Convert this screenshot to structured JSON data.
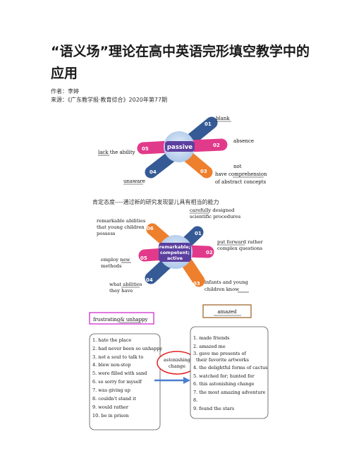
{
  "article": {
    "title": "“语义场”理论在高中英语完形填空教学中的应用",
    "author": "作者：李婷",
    "source": "来源：《广东教学报·教育综合》2020年第77期"
  },
  "figure1": {
    "center": "passive",
    "nums": [
      "01",
      "02",
      "03",
      "04",
      "05"
    ],
    "labels": {
      "blank": "blank",
      "absence": "absence",
      "not": "not",
      "have_comp": "have comprehension",
      "abstract": "of abstract concepts",
      "unaware": "unaware",
      "lack": "lack the ability"
    }
  },
  "figure2": {
    "caption": "肯定态度----通过新的研究发现婴儿具有相当的能力",
    "center": [
      "remarkable;",
      "competent;",
      "active"
    ],
    "nums": [
      "01",
      "02",
      "03",
      "04",
      "05",
      "06"
    ],
    "labels": {
      "l1a": "carefully    designed",
      "l1b": "scientific procedures",
      "l2a": "put forward  rather",
      "l2b": "complex questions",
      "l3a": "infants and  young",
      "l3b": "children know",
      "l4a": "what abilities",
      "l4b": "they have",
      "l5a": "employ  new",
      "l5b": "methods",
      "l6a": "remarkable abilities",
      "l6b": "that young children",
      "l6c": "possess"
    }
  },
  "figure3": {
    "left_header": "frustrating&    unhappy",
    "right_header": "amazed",
    "center": [
      "astonishing",
      "change"
    ],
    "left_items": [
      "1. hate the place",
      "2. had never been so unhappy",
      "3. not a soul to talk to",
      "4. blew non-stop",
      "5. were filled with sand",
      "6. so sorry for myself",
      "7. was giving up",
      "8. couldn't stand it",
      "9. would rather",
      "10. be in prison"
    ],
    "right_items": [
      "1. made friends",
      "2. amazed me",
      "3. gave me presents of",
      "their favorite artworks",
      "4. the delightful forms of cactus",
      "5. watched for; hunted for",
      "6. this astonishing change",
      "7. the most amazing adventure",
      "8.",
      "9. found the stars"
    ]
  },
  "colors": {
    "blue": "#355a95",
    "pink": "#e23a8a",
    "orange": "#ee7f2c",
    "purple": "#5b3f9f",
    "circle": "#b8d1ee",
    "magenta_border": "#cf2fcf",
    "brown_border": "#a06830",
    "red": "#e02020",
    "arrow": "#4a7fcf"
  }
}
